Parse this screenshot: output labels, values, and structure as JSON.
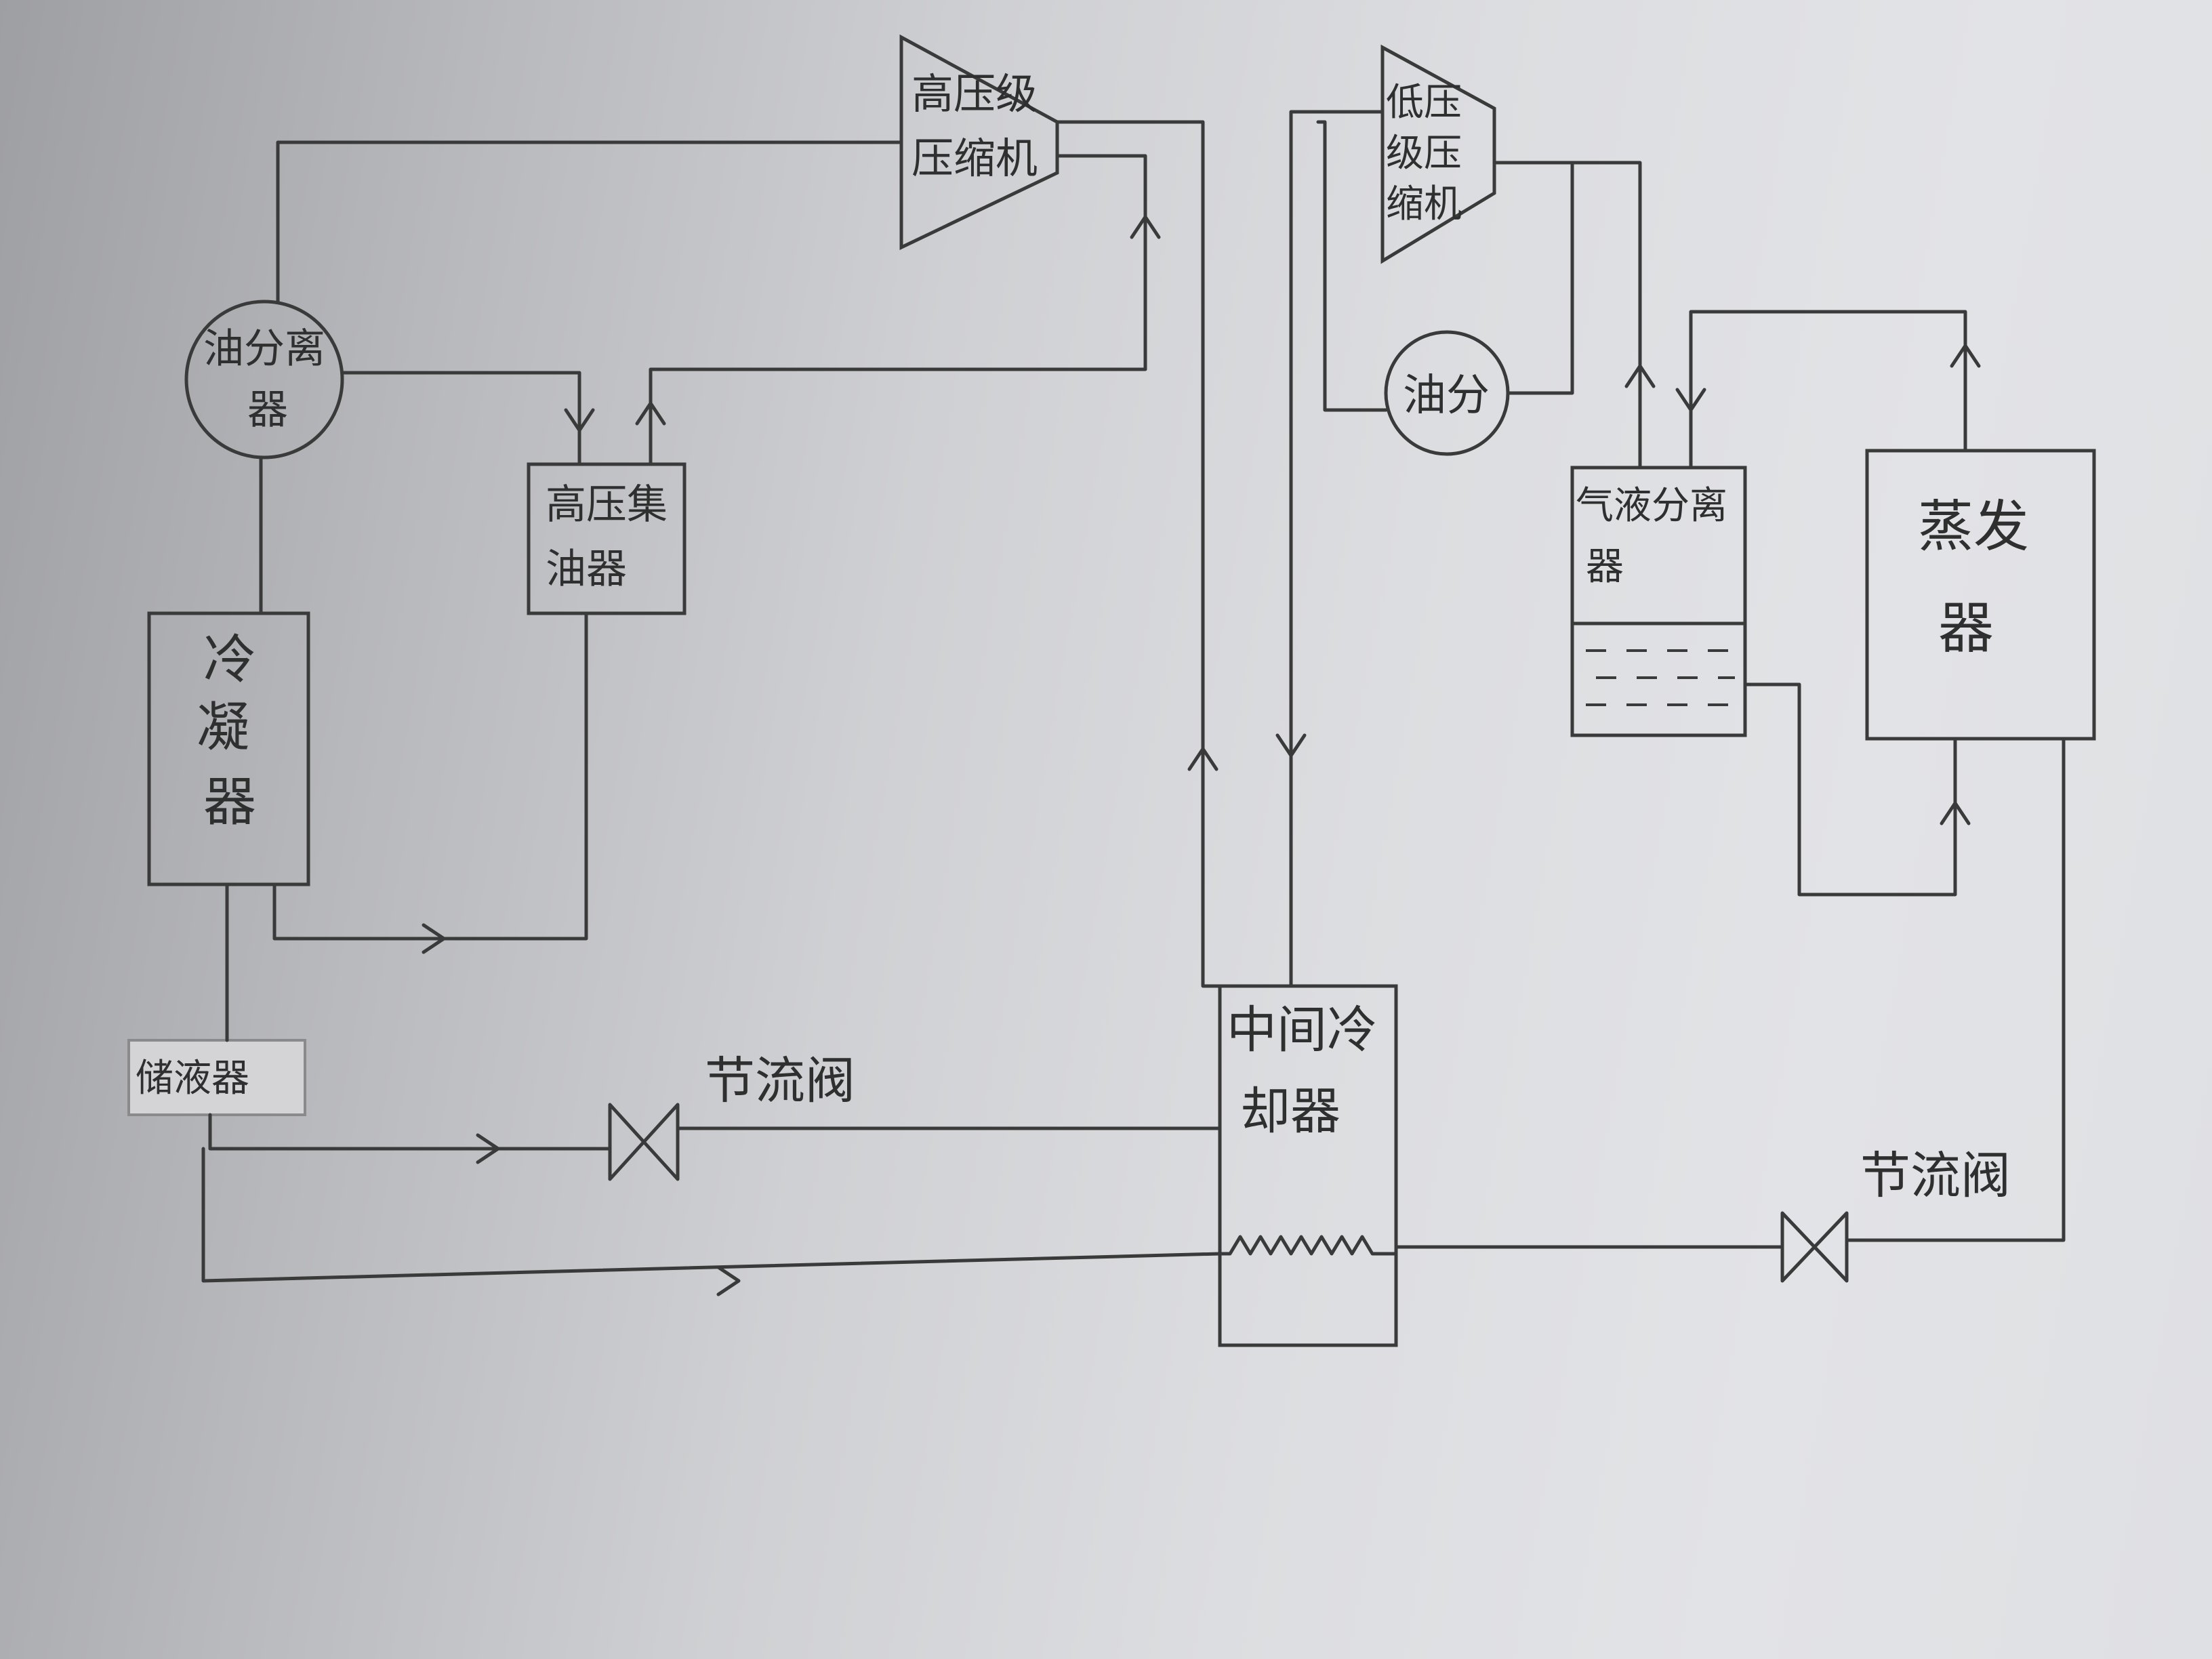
{
  "diagram": {
    "labels": {
      "hp_compressor": [
        "高压级",
        "压缩机"
      ],
      "lp_compressor": [
        "低压",
        "级压",
        "缩机"
      ],
      "oil_separator_hp": [
        "油分离",
        "器"
      ],
      "oil_separator_lp": "油分",
      "hp_oil_collector": [
        "高压集",
        "油器"
      ],
      "condenser": [
        "冷",
        "凝",
        "器"
      ],
      "receiver": "储液器",
      "throttle_valve_1": "节流阀",
      "throttle_valve_2": "节流阀",
      "intercooler": [
        "中间冷",
        "却器"
      ],
      "gas_liquid_separator": [
        "气液分离",
        "器"
      ],
      "evaporator": [
        "蒸发",
        "器"
      ]
    },
    "colors": {
      "ink": "#3a3a3a",
      "paper_dark": "#9e9fa3",
      "paper_light": "#e2e3e6"
    }
  }
}
